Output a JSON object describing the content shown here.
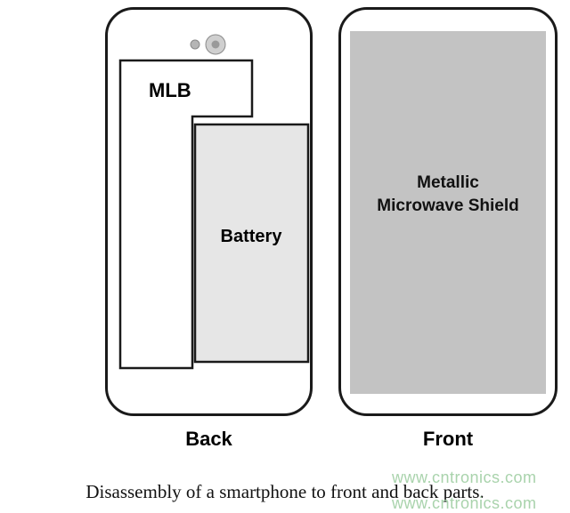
{
  "diagram": {
    "back_phone": {
      "mlb_label": "MLB",
      "battery_label": "Battery",
      "caption": "Back"
    },
    "front_phone": {
      "shield_label_line1": "Metallic",
      "shield_label_line2": "Microwave Shield",
      "caption": "Front"
    },
    "figure_caption": "Disassembly of a smartphone to front and back parts.",
    "watermark": "www.cntronics.com",
    "colors": {
      "outline": "#1a1a1a",
      "battery_fill": "#e6e6e6",
      "shield_fill": "#c3c3c3",
      "watermark": "#a9d3ac"
    }
  }
}
